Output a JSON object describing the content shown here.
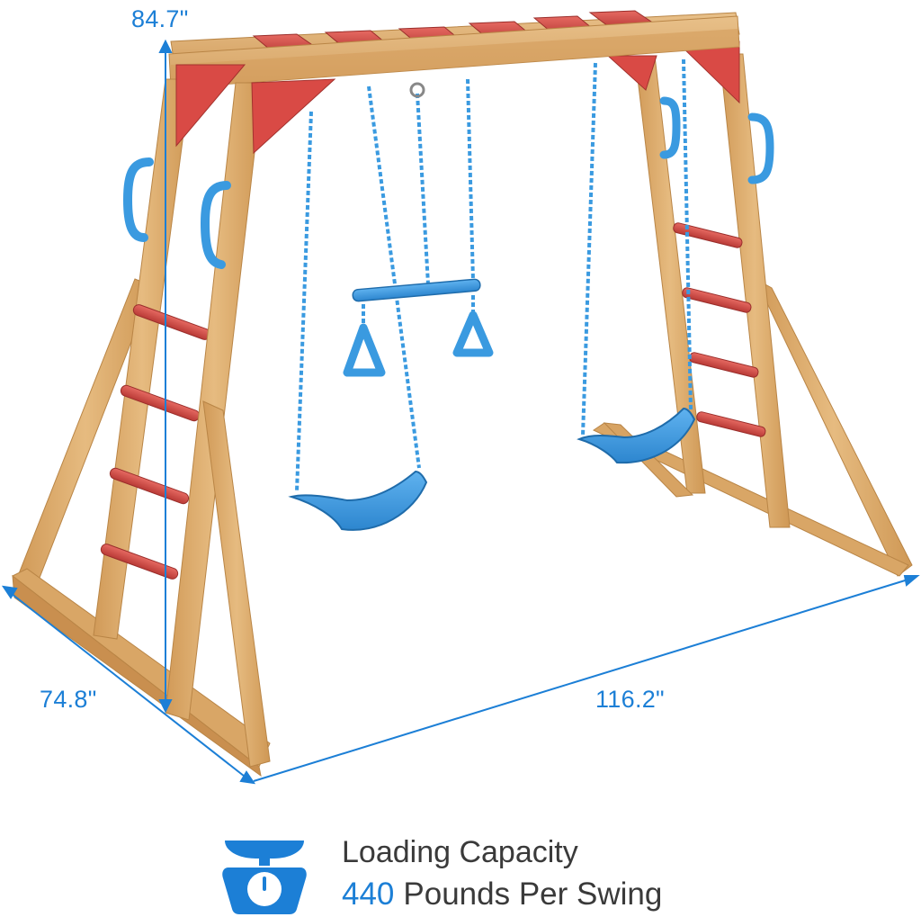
{
  "dimensions": {
    "height": "84.7\"",
    "depth": "74.8\"",
    "width": "116.2\""
  },
  "capacity": {
    "title": "Loading Capacity",
    "value": "440",
    "unit_text": "Pounds Per Swing"
  },
  "colors": {
    "accent": "#1c7fd6",
    "wood": "#dcac6c",
    "bracket_red": "#d94a45",
    "blue_part": "#3a9ae0",
    "text_dark": "#3a3a3a"
  },
  "icons": {
    "scale": "weight-scale-icon"
  }
}
